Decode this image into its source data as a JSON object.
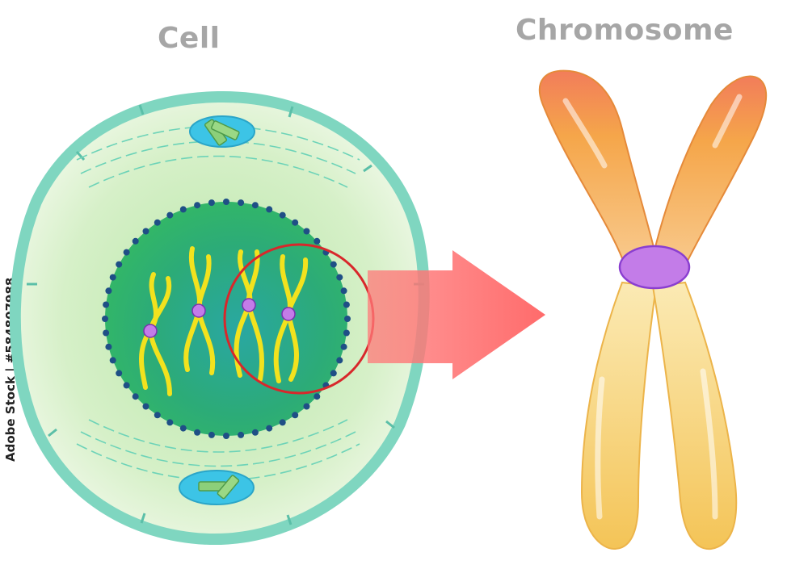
{
  "labels": {
    "cell": "Cell",
    "chromosome": "Chromosome"
  },
  "stock_id": "Adobe Stock | #584807988",
  "colors": {
    "cell_membrane": "#7fd6c0",
    "cytoplasm": "#e6f5d6",
    "nucleus": "#2fb26a",
    "nuclear_pores": "#1f4f86",
    "centrosome": "#3cc4e6",
    "chromatid_strand": "#f2e21e",
    "centromere": "#c37ce8",
    "highlight_circle": "#d8272b",
    "arrow": "#ff6e6e",
    "chromosome_top": "#f2a640",
    "chromosome_bottom": "#f7dd8a",
    "title": "#a6a6a6"
  }
}
